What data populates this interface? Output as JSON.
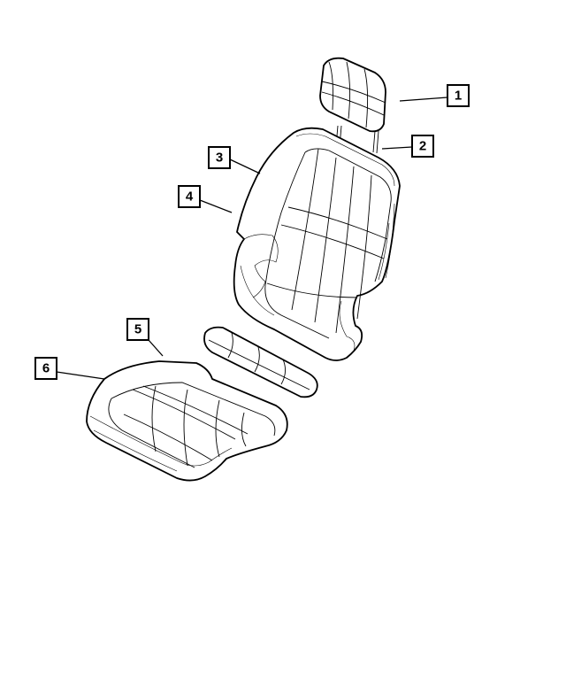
{
  "callouts": [
    {
      "id": "headrest",
      "label": "1"
    },
    {
      "id": "headrest-guide",
      "label": "2"
    },
    {
      "id": "seat-back-cover",
      "label": "3"
    },
    {
      "id": "seat-back-cushion",
      "label": "4"
    },
    {
      "id": "seat-cushion-bolster",
      "label": "5"
    },
    {
      "id": "seat-cushion-cover",
      "label": "6"
    }
  ],
  "colors": {
    "line": "#000000",
    "background": "#ffffff"
  }
}
